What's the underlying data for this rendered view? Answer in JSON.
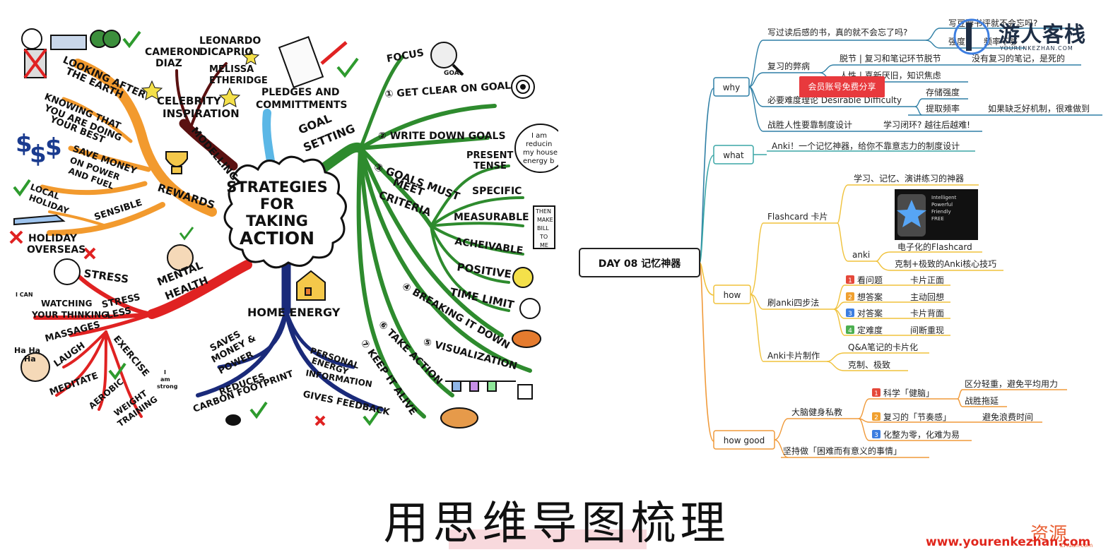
{
  "left_map": {
    "center": [
      "STRATEGIES",
      "FOR",
      "TAKING",
      "ACTION"
    ],
    "labels": {
      "looking_after_earth": [
        "LOOKING AFTER",
        "THE EARTH"
      ],
      "knowing": [
        "KNOWING THAT",
        "YOU ARE DOING",
        "YOUR BEST"
      ],
      "save_money": [
        "SAVE MONEY",
        "ON POWER",
        "AND FUEL"
      ],
      "local_holiday": [
        "LOCAL",
        "HOLIDAY"
      ],
      "holiday_overseas": [
        "HOLIDAY",
        "OVERSEAS"
      ],
      "sensible": "SENSIBLE",
      "rewards": "REWARDS",
      "modelling": "MODELLING",
      "celebrity": [
        "CELEBRITY",
        "INSPIRATION"
      ],
      "cameron": [
        "CAMERON",
        "DIAZ"
      ],
      "leonardo": [
        "LEONARDO",
        "DICAPRIO"
      ],
      "melissa": [
        "MELISSA",
        "ETHERIDGE"
      ],
      "pledges": [
        "PLEDGES AND",
        "COMMITTMENTS"
      ],
      "goal_setting": [
        "GOAL",
        "SETTING"
      ],
      "focus": "FOCUS",
      "goal_tag": "GOAL",
      "get_clear": "① GET CLEAR ON GOAL",
      "write_down": "② WRITE DOWN GOALS",
      "criteria": [
        "③ GOALS MUST",
        "MEET",
        "CRITERIA"
      ],
      "present": [
        "PRESENT",
        "TENSE"
      ],
      "specific": "SPECIFIC",
      "measurable": "MEASURABLE",
      "achievable": "ACHEIVABLE",
      "positive": "POSITIVE",
      "time_limit": "TIME LIMIT",
      "breaking": "④ BREAKING IT DOWN",
      "visualization": "⑤ VISUALIZATION",
      "take_action": "⑥ TAKE ACTION",
      "keep_alive": "⑦ KEEP IT ALIVE",
      "stress": "STRESS",
      "mental_health": [
        "MENTAL",
        "HEALTH"
      ],
      "stress_less": [
        "STRESS",
        "LESS"
      ],
      "watching": [
        "WATCHING",
        "YOUR THINKING"
      ],
      "i_can": "I CAN",
      "massages": "MASSAGES",
      "laugh": "LAUGH",
      "haha": [
        "Ha Ha",
        "Ha"
      ],
      "exercise": "EXERCISE",
      "meditate": "MEDITATE",
      "aerobic": "AEROBIC",
      "weight_training": [
        "WEIGHT",
        "TRAINING"
      ],
      "i_am_strong": [
        "I",
        "am",
        "strong"
      ],
      "home_energy": "HOME ENERGY",
      "saves_money": [
        "SAVES",
        "MONEY &",
        "POWER"
      ],
      "reduces": [
        "REDUCES",
        "CARBON FOOTPRINT"
      ],
      "personal_energy": [
        "PERSONAL",
        "ENERGY",
        "INFORMATION"
      ],
      "gives_feedback": "GIVES FEEDBACK",
      "bubble_right": [
        "I am",
        "reducin",
        "my house",
        "energy b"
      ],
      "then_note": [
        "THEN",
        "MAKE",
        "BILL",
        "TO",
        "ME"
      ]
    }
  },
  "right_map": {
    "root": "DAY 08 记忆神器",
    "why": {
      "label": "why",
      "items": [
        {
          "text": "写过读后感的书，真的就不会忘了吗?",
          "sub": [
            "写豆瓣书评就不会忘吗?",
            "强度",
            "频率不够"
          ]
        },
        {
          "text": "复习的弊病",
          "sub": [
            "脱节 | 复习和笔记环节脱节",
            "没有复习的笔记，是死的",
            "人性 | 喜新厌旧，知识焦虑"
          ]
        },
        {
          "text": "必要难度理论 Desirable Difficulty",
          "sub": [
            "存储强度",
            "提取频率",
            "如果缺乏好机制，很难做到"
          ]
        },
        {
          "text": "战胜人性要靠制度设计",
          "sub": [
            "学习闭环? 越往后越难!"
          ]
        }
      ]
    },
    "what": {
      "label": "what",
      "item": "Anki！一个记忆神器，给你不靠意志力的制度设计"
    },
    "how": {
      "label": "how",
      "flashcard": {
        "label": "Flashcard 卡片",
        "desc": "学习、记忆、演讲练习的神器",
        "card_lines": [
          "Intelligent",
          "Powerful",
          "Friendly",
          "FREE"
        ],
        "caption": "电子化的Flashcard"
      },
      "anki": {
        "label": "anki",
        "desc": "克制+极致的Anki核心技巧"
      },
      "steps_label": "刷anki四步法",
      "steps": [
        {
          "num": "1",
          "a": "看问题",
          "b": "卡片正面",
          "color": "#e5483a"
        },
        {
          "num": "2",
          "a": "想答案",
          "b": "主动回想",
          "color": "#f0a030"
        },
        {
          "num": "3",
          "a": "对答案",
          "b": "卡片背面",
          "color": "#3d7ee0"
        },
        {
          "num": "4",
          "a": "定难度",
          "b": "间断重现",
          "color": "#4caf50"
        }
      ],
      "make": {
        "label": "Anki卡片制作",
        "items": [
          "Q&A笔记的卡片化",
          "克制、极致"
        ]
      }
    },
    "how_good": {
      "label": "how good",
      "coach": "大脑健身私教",
      "items": [
        {
          "num": "1",
          "text": "科学「健脑」",
          "color": "#e5483a",
          "sub": [
            "区分轻重，避免平均用力",
            "战胜拖延"
          ]
        },
        {
          "num": "2",
          "text": "复习的「节奏感」",
          "color": "#f0a030",
          "sub": [
            "避免浪费时间"
          ]
        },
        {
          "num": "3",
          "text": "化整为零，化难为易",
          "color": "#3d7ee0",
          "sub": []
        }
      ],
      "persist": "坚持做「困难而有意义的事情」"
    },
    "share_badge": "会员账号免费分享"
  },
  "caption": "用思维导图梳理",
  "watermarks": {
    "top_name": "游人客栈",
    "top_url": "YOURENKEZHAN.COM",
    "bottom_url": "www.yourenkezhan.com",
    "res": "资源",
    "res_sub": "ZiYuan.com"
  }
}
